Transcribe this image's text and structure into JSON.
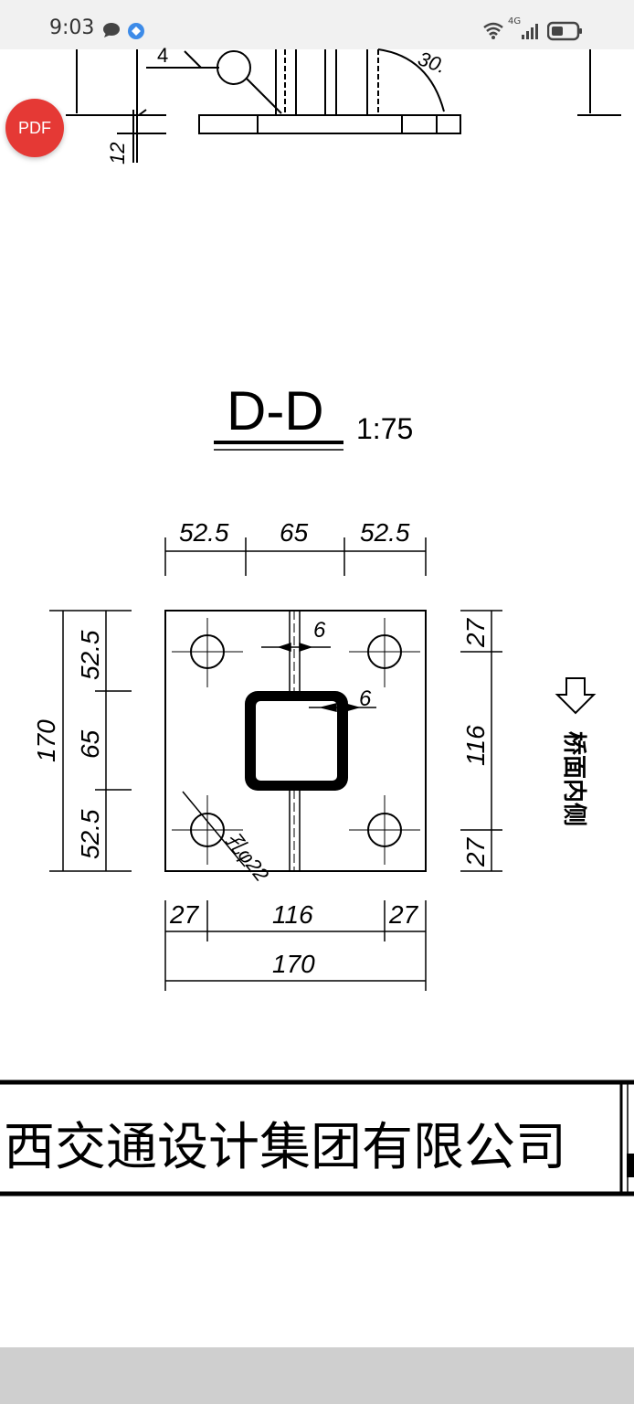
{
  "status_bar": {
    "time": "9:03",
    "network_label": "4G",
    "icons": [
      "chat-bubble-icon",
      "app-badge-icon",
      "wifi-icon",
      "signal-icon",
      "battery-icon"
    ]
  },
  "pdf_button": {
    "label": "PDF"
  },
  "drawing": {
    "top_fragment": {
      "weld_label": "4",
      "dim_12": "12"
    },
    "section": {
      "title": "D-D",
      "scale": "1:75"
    },
    "top_dims": [
      "52.5",
      "65",
      "52.5"
    ],
    "left_dims": {
      "total": "170",
      "parts": [
        "52.5",
        "65",
        "52.5"
      ]
    },
    "right_dims": [
      "27",
      "116",
      "27"
    ],
    "bottom_dims": {
      "parts": [
        "27",
        "116",
        "27"
      ],
      "total": "170"
    },
    "weld_dims": {
      "stiffener": "6",
      "tube": "6"
    },
    "hole_label": "孔φ22",
    "side_note": "桥面内侧"
  },
  "title_block": {
    "company": "西交通设计集团有限公司"
  },
  "colors": {
    "badge": "#e53935",
    "status_bg": "#f1f1f1",
    "nav_bar": "#cfcfcf",
    "ink": "#000000"
  }
}
